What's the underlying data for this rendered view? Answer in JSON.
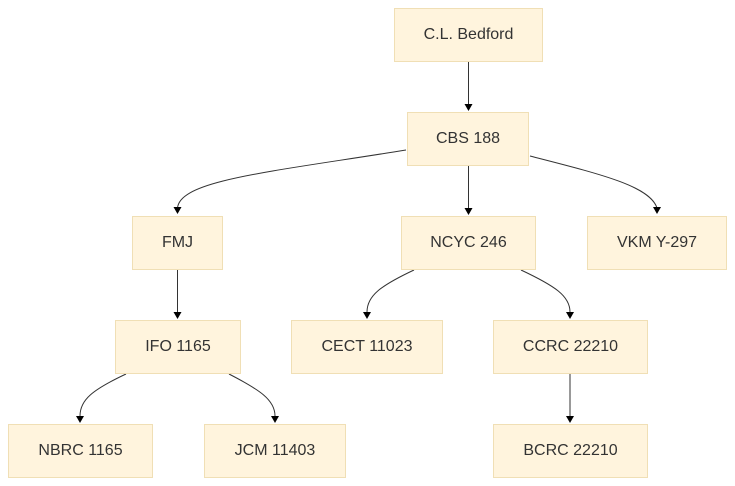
{
  "diagram": {
    "nodes": {
      "cl_bedford": "C.L. Bedford",
      "cbs_188": "CBS 188",
      "fmj": "FMJ",
      "ncyc_246": "NCYC 246",
      "vkm_y297": "VKM Y-297",
      "ifo_1165": "IFO 1165",
      "cect_11023": "CECT 11023",
      "ccrc_22210": "CCRC 22210",
      "nbrc_1165": "NBRC 1165",
      "jcm_11403": "JCM 11403",
      "bcrc_22210": "BCRC 22210"
    },
    "edges": [
      {
        "from": "cl_bedford",
        "to": "cbs_188"
      },
      {
        "from": "cbs_188",
        "to": "fmj"
      },
      {
        "from": "cbs_188",
        "to": "ncyc_246"
      },
      {
        "from": "cbs_188",
        "to": "vkm_y297"
      },
      {
        "from": "fmj",
        "to": "ifo_1165"
      },
      {
        "from": "ncyc_246",
        "to": "cect_11023"
      },
      {
        "from": "ncyc_246",
        "to": "ccrc_22210"
      },
      {
        "from": "ifo_1165",
        "to": "nbrc_1165"
      },
      {
        "from": "ifo_1165",
        "to": "jcm_11403"
      },
      {
        "from": "ccrc_22210",
        "to": "bcrc_22210"
      }
    ],
    "colors": {
      "node_fill": "#fff4dd",
      "node_border": "#f0dfb5",
      "edge": "#333333",
      "text": "#333333"
    }
  }
}
